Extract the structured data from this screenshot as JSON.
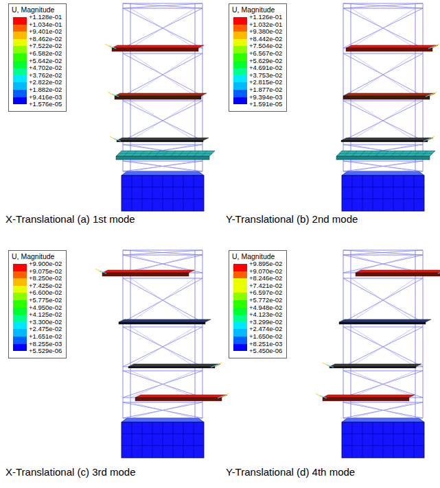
{
  "diagram": {
    "labels": [
      "U, Magnitude",
      "+1.576e-05",
      "X-Translational (a) 1st mode",
      "U, Magnitude",
      "+1.591e-05",
      "Y-Translational (b) 2nd mode",
      "U, Magnitude",
      "+5.529e-06",
      "X-Translational (c) 3rd mode",
      "U, Magnitude",
      "+5.450e-06",
      "Y-Translational (d) 4th mode"
    ],
    "legend": [
      {
        "text": "+1.128e-01",
        "color": "#ff0000"
      },
      {
        "text": "+1.034e-01",
        "color": "#ff5d00"
      },
      {
        "text": "+9.401e-02",
        "color": "#ffb900"
      },
      {
        "text": "+8.462e-02",
        "color": "#e8ff00"
      },
      {
        "text": "+7.522e-02",
        "color": "#8bff00"
      },
      {
        "text": "+6.582e-02",
        "color": "#2eff00"
      },
      {
        "text": "+5.642e-02",
        "color": "#00ff2e"
      },
      {
        "text": "+4.702e-02",
        "color": "#00ff8b"
      },
      {
        "text": "+3.762e-02",
        "color": "#00e8ff"
      },
      {
        "text": "+2.822e-02",
        "color": "#00b9ff"
      },
      {
        "text": "+1.882e-02",
        "color": "#005dff"
      },
      {
        "text": "+9.416e-03",
        "color": "#0000ff"
      },
      {
        "text": "+1.126e-01",
        "color": "#ff0000"
      },
      {
        "text": "+1.032e-01",
        "color": "#ff5d00"
      },
      {
        "text": "+9.380e-02",
        "color": "#ffb900"
      },
      {
        "text": "+8.442e-02",
        "color": "#e8ff00"
      },
      {
        "text": "+7.504e-02",
        "color": "#8bff00"
      },
      {
        "text": "+6.567e-02",
        "color": "#2eff00"
      },
      {
        "text": "+5.629e-02",
        "color": "#00ff2e"
      },
      {
        "text": "+4.691e-02",
        "color": "#00ff8b"
      },
      {
        "text": "+3.753e-02",
        "color": "#00e8ff"
      },
      {
        "text": "+2.815e-02",
        "color": "#00b9ff"
      },
      {
        "text": "+1.877e-02",
        "color": "#005dff"
      },
      {
        "text": "+9.394e-03",
        "color": "#0000ff"
      },
      {
        "text": "+9.900e-02",
        "color": "#ff0000"
      },
      {
        "text": "+9.075e-02",
        "color": "#ff5d00"
      },
      {
        "text": "+8.250e-02",
        "color": "#ffb900"
      },
      {
        "text": "+7.425e-02",
        "color": "#e8ff00"
      },
      {
        "text": "+6.600e-02",
        "color": "#8bff00"
      },
      {
        "text": "+5.775e-02",
        "color": "#2eff00"
      },
      {
        "text": "+4.950e-02",
        "color": "#00ff2e"
      },
      {
        "text": "+4.125e-02",
        "color": "#00ff8b"
      },
      {
        "text": "+3.300e-02",
        "color": "#00e8ff"
      },
      {
        "text": "+2.475e-02",
        "color": "#00b9ff"
      },
      {
        "text": "+1.651e-02",
        "color": "#005dff"
      },
      {
        "text": "+8.255e-03",
        "color": "#0000ff"
      },
      {
        "text": "+9.895e-02",
        "color": "#ff0000"
      },
      {
        "text": "+9.070e-02",
        "color": "#ff5d00"
      },
      {
        "text": "+8.246e-02",
        "color": "#e8ff00"
      },
      {
        "text": "+7.421e-02",
        "color": "#e8ff00"
      },
      {
        "text": "+6.597e-02",
        "color": "#8bff00"
      },
      {
        "text": "+5.772e-02",
        "color": "#2eff00"
      },
      {
        "text": "+4.948e-02",
        "color": "#00ff2e"
      },
      {
        "text": "+4.123e-02",
        "color": "#00ff8b"
      },
      {
        "text": "+3.299e-02",
        "color": "#00e8ff"
      },
      {
        "text": "+2.474e-02",
        "color": "#00b9ff"
      },
      {
        "text": "+1.650e-02",
        "color": "#005dff"
      },
      {
        "text": "+8.251e-03",
        "color": "#0000ff"
      }
    ]
  }
}
